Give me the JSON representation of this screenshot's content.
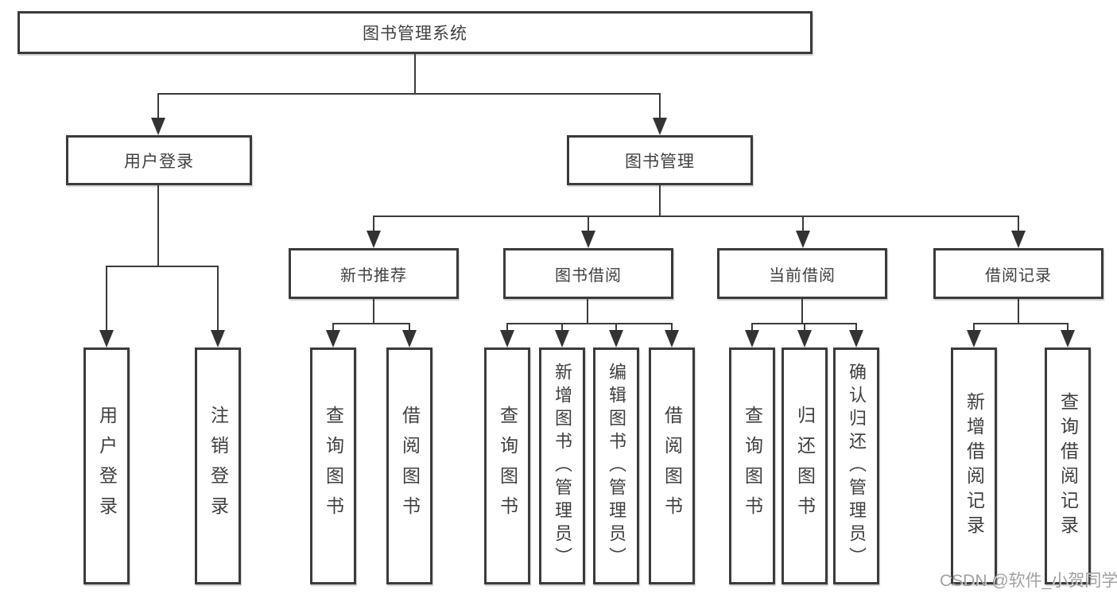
{
  "tree": {
    "root": {
      "label": "图书管理系统"
    },
    "user_login": {
      "label": "用户登录",
      "children": {
        "login": "用户登录",
        "logout": "注销登录"
      }
    },
    "book_mgmt": {
      "label": "图书管理",
      "groups": {
        "new_books": {
          "label": "新书推荐",
          "children": {
            "query": "查询图书",
            "borrow": "借阅图书"
          }
        },
        "borrowing": {
          "label": "图书借阅",
          "children": {
            "query": "查询图书",
            "add": "新增图书（管理员）",
            "edit": "编辑图书（管理员）",
            "borrow": "借阅图书"
          }
        },
        "current": {
          "label": "当前借阅",
          "children": {
            "query": "查询图书",
            "return": "归还图书",
            "confirm": "确认归还（管理员）"
          }
        },
        "records": {
          "label": "借阅记录",
          "children": {
            "add": "新增借阅记录",
            "query": "查询借阅记录"
          }
        }
      }
    }
  },
  "watermark": {
    "text": "CSDN @软件_小贺同学"
  },
  "colors": {
    "line": "#3b3b3b",
    "text": "#3f3f3f",
    "background": "#ffffff",
    "watermark": "#919191"
  }
}
